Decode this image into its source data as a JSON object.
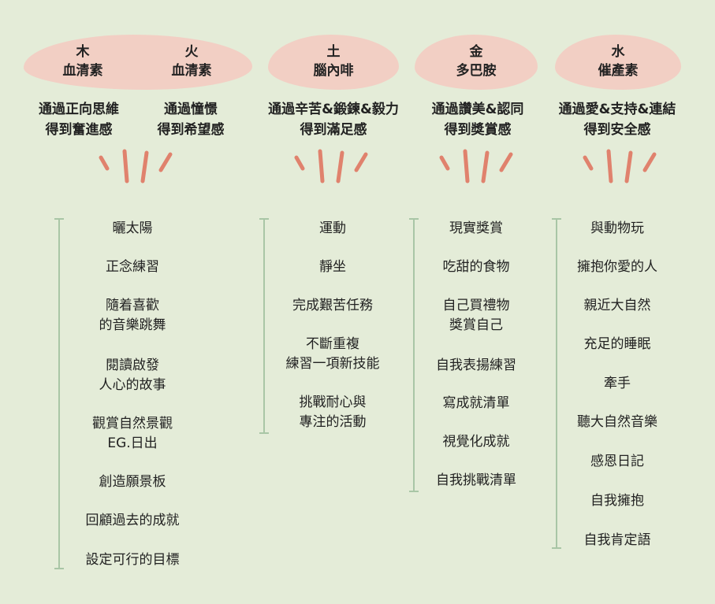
{
  "elements": [
    {
      "name": "木",
      "hormone": "血清素",
      "desc": [
        "通過正向思維",
        "得到奮進感"
      ]
    },
    {
      "name": "火",
      "hormone": "血清素",
      "desc": [
        "通過憧憬",
        "得到希望感"
      ]
    },
    {
      "name": "土",
      "hormone": "腦內啡",
      "desc": [
        "通過辛苦&鍛鍊&毅力",
        "得到滿足感"
      ]
    },
    {
      "name": "金",
      "hormone": "多巴胺",
      "desc": [
        "通過讚美&認同",
        "得到獎賞感"
      ]
    },
    {
      "name": "水",
      "hormone": "催產素",
      "desc": [
        "通過愛&支持&連結",
        "得到安全感"
      ]
    }
  ],
  "columns": [
    {
      "items": [
        [
          "曬太陽"
        ],
        [
          "正念練習"
        ],
        [
          "隨着喜歡",
          "的音樂跳舞"
        ],
        [
          "閱讀啟發",
          "人心的故事"
        ],
        [
          "觀賞自然景觀",
          "EG.日出"
        ],
        [
          "創造願景板"
        ],
        [
          "回顧過去的成就"
        ],
        [
          "設定可行的目標"
        ]
      ]
    },
    {
      "items": [
        [
          "運動"
        ],
        [
          "靜坐"
        ],
        [
          "完成艱苦任務"
        ],
        [
          "不斷重複",
          "練習一項新技能"
        ],
        [
          "挑戰耐心與",
          "專注的活動"
        ]
      ]
    },
    {
      "items": [
        [
          "現實獎賞"
        ],
        [
          "吃甜的食物"
        ],
        [
          "自己買禮物",
          "獎賞自己"
        ],
        [
          "自我表揚練習"
        ],
        [
          "寫成就清單"
        ],
        [
          "視覺化成就"
        ],
        [
          "自我挑戰清單"
        ]
      ]
    },
    {
      "items": [
        [
          "與動物玩"
        ],
        [
          "擁抱你愛的人"
        ],
        [
          "親近大自然"
        ],
        [
          "充足的睡眠"
        ],
        [
          "牽手"
        ],
        [
          "聽大自然音樂"
        ],
        [
          "感恩日記"
        ],
        [
          "自我擁抱"
        ],
        [
          "自我肯定語"
        ]
      ]
    }
  ],
  "colors": {
    "background": "#e4ecd8",
    "blob": "#f2cfc4",
    "ray": "#e0826d",
    "line": "#a9c6a6"
  }
}
